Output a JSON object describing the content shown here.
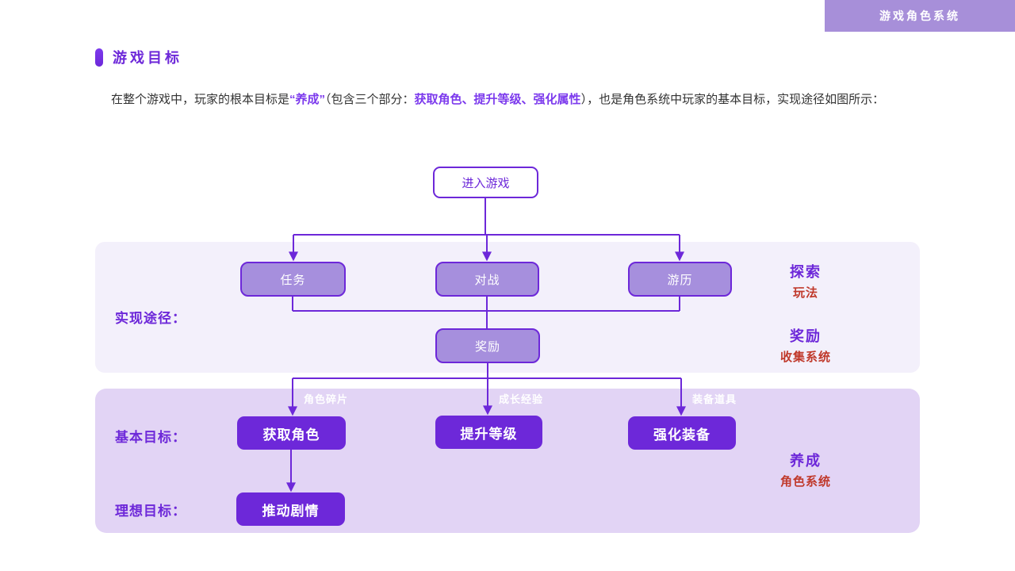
{
  "banner": {
    "title": "游戏角色系统"
  },
  "header": {
    "title": "游戏目标"
  },
  "intro": {
    "seg1": "在整个游戏中，玩家的根本目标是",
    "seg2": "“养成”",
    "seg3": "（包含三个部分：",
    "seg4": "获取角色、提升等级、强化属性",
    "seg5": "），也是角色系统中玩家的基本目标，实现途径如图所示："
  },
  "flow": {
    "enter": "进入游戏",
    "paths": [
      "任务",
      "对战",
      "游历"
    ],
    "reward": "奖励",
    "goals": [
      "获取角色",
      "提升等级",
      "强化装备"
    ],
    "ideal": "推动剧情",
    "edge_labels": [
      "角色碎片",
      "成长经验",
      "装备道具"
    ],
    "row_labels": {
      "paths": "实现途径：",
      "basic": "基本目标：",
      "ideal": "理想目标："
    },
    "side_notes": [
      {
        "title": "探索",
        "subtitle": "玩法"
      },
      {
        "title": "奖励",
        "subtitle": "收集系统"
      },
      {
        "title": "养成",
        "subtitle": "角色系统"
      }
    ]
  },
  "colors": {
    "accent": "#6d28d9",
    "accent_bright": "#7c3aed",
    "node_fill": "#a68fdd",
    "panel_light": "#f3f0fb",
    "panel_medium": "#e2d4f5",
    "banner_bg": "#a78fd9",
    "note_red": "#c0392b",
    "text": "#333333"
  }
}
